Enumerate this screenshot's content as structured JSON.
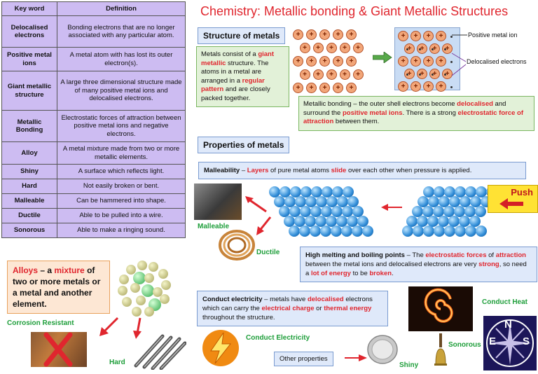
{
  "table": {
    "headers": [
      "Key word",
      "Definition"
    ],
    "rows": [
      {
        "term": "Delocalised electrons",
        "def": "Bonding electrons that are no longer associated with any particular atom."
      },
      {
        "term": "Positive metal ions",
        "def": "A metal atom with has lost its outer electron(s)."
      },
      {
        "term": "Giant metallic structure",
        "def": "A large three dimensional structure made of many positive metal ions and delocalised electrons."
      },
      {
        "term": "Metallic Bonding",
        "def": "Electrostatic forces of attraction between positive metal ions and negative electrons."
      },
      {
        "term": "Alloy",
        "def": "A metal mixture made from two or more metallic elements."
      },
      {
        "term": "Shiny",
        "def": "A surface which reflects light."
      },
      {
        "term": "Hard",
        "def": "Not easily broken or bent."
      },
      {
        "term": "Malleable",
        "def": "Can be hammered into shape."
      },
      {
        "term": "Ductile",
        "def": "Able to be pulled into a wire."
      },
      {
        "term": "Sonorous",
        "def": "Able to make a ringing sound."
      }
    ]
  },
  "title": "Chemistry: Metallic bonding & Giant Metallic Structures",
  "structure": {
    "heading": "Structure of metals",
    "p1": "Metals consist of a ",
    "h1": "giant metallic",
    "p2": " structure. The atoms in a metal are arranged in a ",
    "h2": "regular pattern",
    "p3": " and are closely packed together.",
    "label_ion": "Positive metal ion",
    "label_electrons": "Delocalised electrons",
    "ion_symbol": "+"
  },
  "bonding": {
    "p1": "Metallic bonding – the outer shell electrons become ",
    "h1": "delocalised",
    "p2": " and surround the ",
    "h2": "positive metal ions",
    "p3": ". There is a strong ",
    "h3": "electrostatic force of attraction",
    "p4": " between them."
  },
  "properties": {
    "heading": "Properties of metals",
    "malleability": {
      "b": "Malleability",
      "p1": " – ",
      "h1": "Layers",
      "p2": " of pure metal atoms ",
      "h2": "slide",
      "p3": " over each other when pressure is applied."
    },
    "push_label": "Push",
    "malleable_label": "Malleable",
    "ductile_label": "Ductile",
    "melting": {
      "b": "High melting and boiling points",
      "p1": " – The ",
      "h1": "electrostatic forces",
      "p2": " of ",
      "h2": "attraction",
      "p3": " between the metal ions and delocalised electrons are very ",
      "h3": "strong",
      "p4": ", so need a ",
      "h4": "lot of energy",
      "p5": " to be ",
      "h5": "broken",
      "p6": "."
    },
    "conduct": {
      "b": "Conduct electricity",
      "p1": " – metals have ",
      "h1": "delocalised",
      "p2": " electrons which can carry the ",
      "h2": "electrical charge",
      "p3": " or ",
      "h3": "thermal energy",
      "p4": " throughout the structure."
    },
    "conduct_heat": "Conduct Heat",
    "conduct_electricity": "Conduct Electricity",
    "other": "Other properties",
    "shiny": "Shiny",
    "sonorous": "Sonorous"
  },
  "alloys": {
    "h1": "Alloys",
    "p1": " – a ",
    "h2": "mixture",
    "p2": " of two or more metals or a metal and another element.",
    "corrosion": "Corrosion Resistant",
    "hard": "Hard"
  },
  "logo": {
    "n": "N",
    "e": "E",
    "s": "S"
  },
  "colors": {
    "accent_red": "#e0262e",
    "label_green": "#1e9e3a",
    "table_purple": "#cdbcf2"
  }
}
